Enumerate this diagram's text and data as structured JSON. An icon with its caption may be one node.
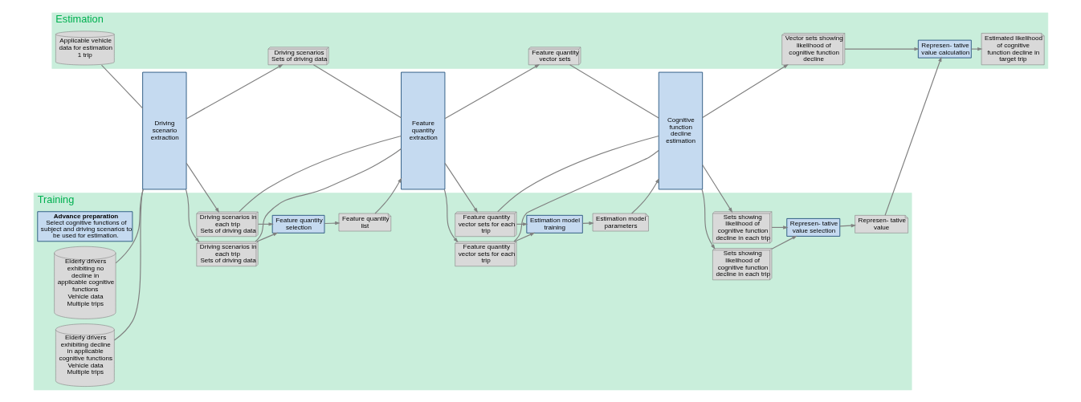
{
  "diagram": {
    "nodes": [
      {
        "text": [
          "Training"
        ]
      },
      {
        "text": [
          "Advance preparation",
          "Select cognitive functions of subject and driving scenarios to be used for estimation."
        ],
        "in": 0
      },
      {
        "text": [
          "Feature quantity selection"
        ],
        "in": 0
      },
      {
        "text": [
          "Feature quantity list"
        ],
        "in": 0
      },
      {
        "text": [
          "Estimation model training"
        ],
        "in": 0
      },
      {
        "text": [
          "Estimation model parameters"
        ],
        "in": 0
      },
      {
        "text": [
          "Elderly drivers exhibiting no decline in applicable cognitive functions",
          "Vehicle data",
          "Multiple trips"
        ],
        "in": 0
      },
      {
        "text": [
          "Elderly drivers exhibiting decline in applicable cognitive functions",
          "Vehicle data",
          "Multiple trips"
        ],
        "in": 0
      },
      {
        "text": [
          "Driving scenario extraction"
        ]
      },
      {
        "text": [
          "Driving scenarios in each trip",
          "Sets of driving data"
        ],
        "in": 0
      },
      {
        "text": [
          "Driving scenarios in each trip",
          "Sets of driving data"
        ],
        "in": 0
      },
      {
        "text": [
          "Feature quantity extraction"
        ]
      },
      {
        "text": [
          "Feature quantity vector sets for each trip"
        ],
        "in": 0
      },
      {
        "text": [
          "Feature quantity vector sets for each trip"
        ],
        "in": 0
      },
      {
        "text": [
          "Cognitive function decline estimation"
        ]
      },
      {
        "text": [
          "Sets showing likelihood of cognitive function decline in each trip"
        ],
        "in": 0
      },
      {
        "text": [
          "Sets showing likelihood of cognitive function decline in each trip"
        ],
        "in": 0
      },
      {
        "text": [
          "Represen- tative value selection"
        ],
        "in": 0
      },
      {
        "text": [
          "Represen- tative value"
        ],
        "in": 0
      },
      {
        "text": [
          "Estimation"
        ]
      },
      {
        "text": [
          "Applicable vehicle data for estimation",
          "1 trip"
        ],
        "in": 19
      },
      {
        "text": [
          "Driving scenarios",
          "Sets of driving data"
        ],
        "in": 19
      },
      {
        "text": [
          "Feature quantity vector sets"
        ],
        "in": 19
      },
      {
        "text": [
          "Vector sets showing likelihood of cognitive function decline"
        ],
        "in": 19
      },
      {
        "text": [
          "Represen- tative value calculation"
        ],
        "in": 19
      },
      {
        "text": [
          "Estimated likelihood of cognitive function decline in target trip"
        ],
        "in": 19
      }
    ],
    "edges": [
      {
        "from": 6,
        "to": 8,
        "arrow": "none"
      },
      {
        "from": 7,
        "to": 8,
        "arrow": "none"
      },
      {
        "from": 8,
        "to": 9,
        "arrow": "to"
      },
      {
        "from": 8,
        "to": 10,
        "arrow": "to"
      },
      {
        "from": 9,
        "to": 2,
        "arrow": "to"
      },
      {
        "from": 10,
        "to": 2,
        "arrow": "to"
      },
      {
        "from": 2,
        "to": 3,
        "arrow": "to"
      },
      {
        "from": 3,
        "to": 11,
        "arrow": "to"
      },
      {
        "from": 9,
        "to": 11,
        "arrow": "none"
      },
      {
        "from": 10,
        "to": 11,
        "arrow": "none"
      },
      {
        "from": 11,
        "to": 12,
        "arrow": "to"
      },
      {
        "from": 11,
        "to": 13,
        "arrow": "to"
      },
      {
        "from": 12,
        "to": 4,
        "arrow": "to"
      },
      {
        "from": 13,
        "to": 4,
        "arrow": "to"
      },
      {
        "from": 4,
        "to": 5,
        "arrow": "to"
      },
      {
        "from": 5,
        "to": 14,
        "arrow": "to"
      },
      {
        "from": 12,
        "to": 14,
        "arrow": "none"
      },
      {
        "from": 13,
        "to": 14,
        "arrow": "none"
      },
      {
        "from": 14,
        "to": 15,
        "arrow": "to"
      },
      {
        "from": 14,
        "to": 16,
        "arrow": "to"
      },
      {
        "from": 15,
        "to": 17,
        "arrow": "to"
      },
      {
        "from": 16,
        "to": 17,
        "arrow": "to"
      },
      {
        "from": 17,
        "to": 18,
        "arrow": "to"
      },
      {
        "from": 18,
        "to": 24,
        "arrow": "to"
      },
      {
        "from": 20,
        "to": 8,
        "arrow": "none"
      },
      {
        "from": 8,
        "to": 21,
        "arrow": "to"
      },
      {
        "from": 21,
        "to": 11,
        "arrow": "none"
      },
      {
        "from": 11,
        "to": 22,
        "arrow": "to"
      },
      {
        "from": 22,
        "to": 14,
        "arrow": "none"
      },
      {
        "from": 14,
        "to": 23,
        "arrow": "to"
      },
      {
        "from": 23,
        "to": 24,
        "arrow": "to"
      },
      {
        "from": 24,
        "to": 25,
        "arrow": "to"
      }
    ]
  }
}
